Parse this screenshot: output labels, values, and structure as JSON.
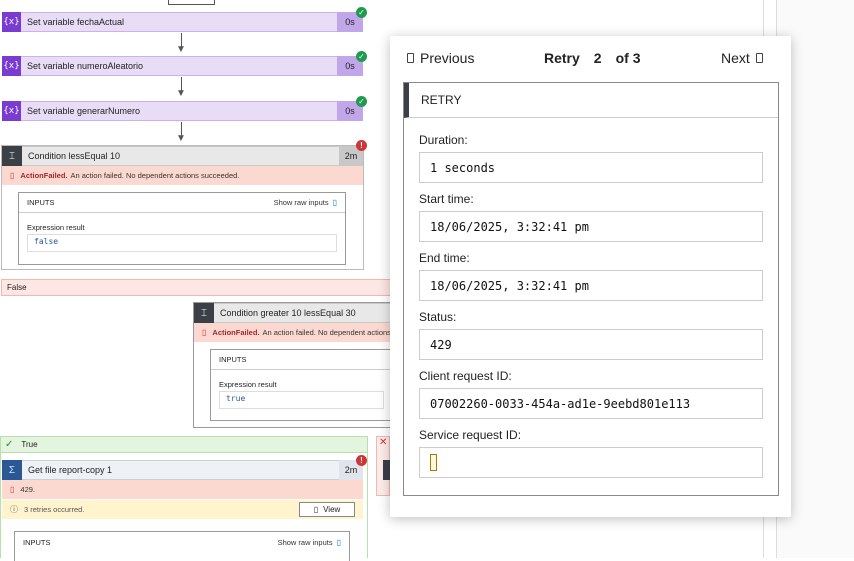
{
  "flow": {
    "actions": [
      {
        "label": "Set variable fechaActual",
        "duration": "0s",
        "icon": "{x}"
      },
      {
        "label": "Set variable numeroAleatorio",
        "duration": "0s",
        "icon": "{x}"
      },
      {
        "label": "Set variable generarNumero",
        "duration": "0s",
        "icon": "{x}"
      }
    ],
    "condition1": {
      "label": "Condition lessEqual 10",
      "duration": "2m",
      "fail_title": "ActionFailed.",
      "fail_text": "An action failed. No dependent actions succeeded.",
      "inputs_label": "INPUTS",
      "show_raw": "Show raw inputs",
      "expr_label": "Expression result",
      "expr_value": "false"
    },
    "false_branch": "False",
    "condition2": {
      "label": "Condition greater 10 lessEqual 30",
      "fail_title": "ActionFailed.",
      "fail_text": "An action failed. No dependent actions s",
      "inputs_label": "INPUTS",
      "expr_label": "Expression result",
      "expr_value": "true"
    },
    "true_branch": "True",
    "get_file": {
      "label": "Get file report-copy 1",
      "duration": "2m",
      "error": "429.",
      "retries": "3 retries occurred.",
      "view_label": "View",
      "inputs_label": "INPUTS",
      "show_raw": "Show raw inputs"
    }
  },
  "panel": {
    "prev_label": "Previous",
    "retry_label": "Retry",
    "retry_current": "2",
    "retry_of": "of 3",
    "next_label": "Next",
    "section_title": "RETRY",
    "fields": {
      "duration_label": "Duration:",
      "duration": "1 seconds",
      "start_label": "Start time:",
      "start": "18/06/2025, 3:32:41 pm",
      "end_label": "End time:",
      "end": "18/06/2025, 3:32:41 pm",
      "status_label": "Status:",
      "status": "429",
      "client_label": "Client request ID:",
      "client": "07002260-0033-454a-ad1e-9eebd801e113",
      "service_label": "Service request ID:"
    }
  },
  "colors": {
    "variable_accent": "#7a3bd1",
    "error": "#d13438",
    "success": "#1f9b4f",
    "failed_bg": "#fcd9d0"
  }
}
